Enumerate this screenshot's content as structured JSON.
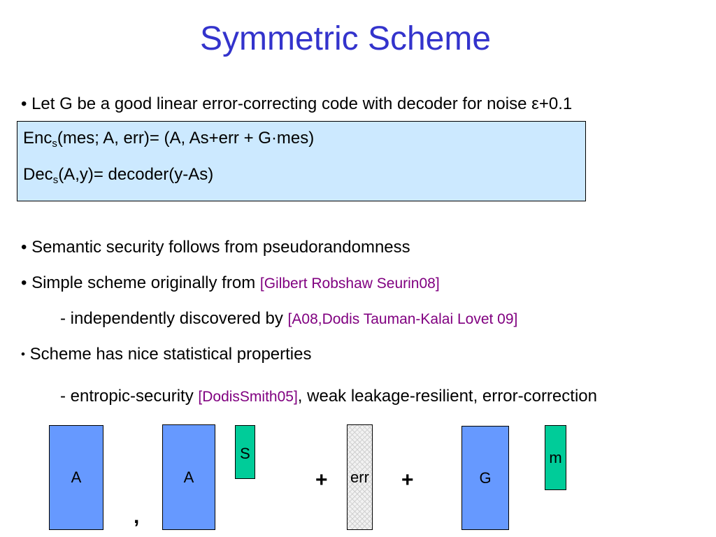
{
  "title": "Symmetric Scheme",
  "bullets": {
    "b1": {
      "prefix": "• Let G be a good linear error-correcting code with decoder for noise ",
      "epsilon": "ε",
      "suffix": "+0.1"
    },
    "enc": {
      "name": "Enc",
      "sub": "s",
      "rest": "(mes; A, err)= (A, As+err + G·mes)"
    },
    "dec": {
      "name": "Dec",
      "sub": "s",
      "rest": "(A,y)= decoder(y-As)"
    },
    "b2": "• Semantic security follows from pseudorandomness",
    "b3": {
      "text": "• Simple scheme originally from ",
      "cite": "[Gilbert Robshaw Seurin08]"
    },
    "b3sub": {
      "text": "- independently discovered by ",
      "cite": "[A08,Dodis Tauman-Kalai Lovet 09]"
    },
    "b4": {
      "dot": "•",
      "text": "Scheme has nice statistical properties"
    },
    "b4sub": {
      "text": "- entropic-security ",
      "cite": "[DodisSmith05]",
      "rest": ", weak leakage-resilient, error-correction"
    }
  },
  "diagram": {
    "a1": "A",
    "comma": ",",
    "a2": "A",
    "s": "S",
    "plus1": "+",
    "err": "err",
    "plus2": "+",
    "g": "G",
    "m": "m"
  },
  "colors": {
    "title": "#3333cc",
    "citation": "#800080",
    "box": "#cce9ff",
    "blue_block": "#6699ff",
    "green_block": "#00cc99"
  }
}
